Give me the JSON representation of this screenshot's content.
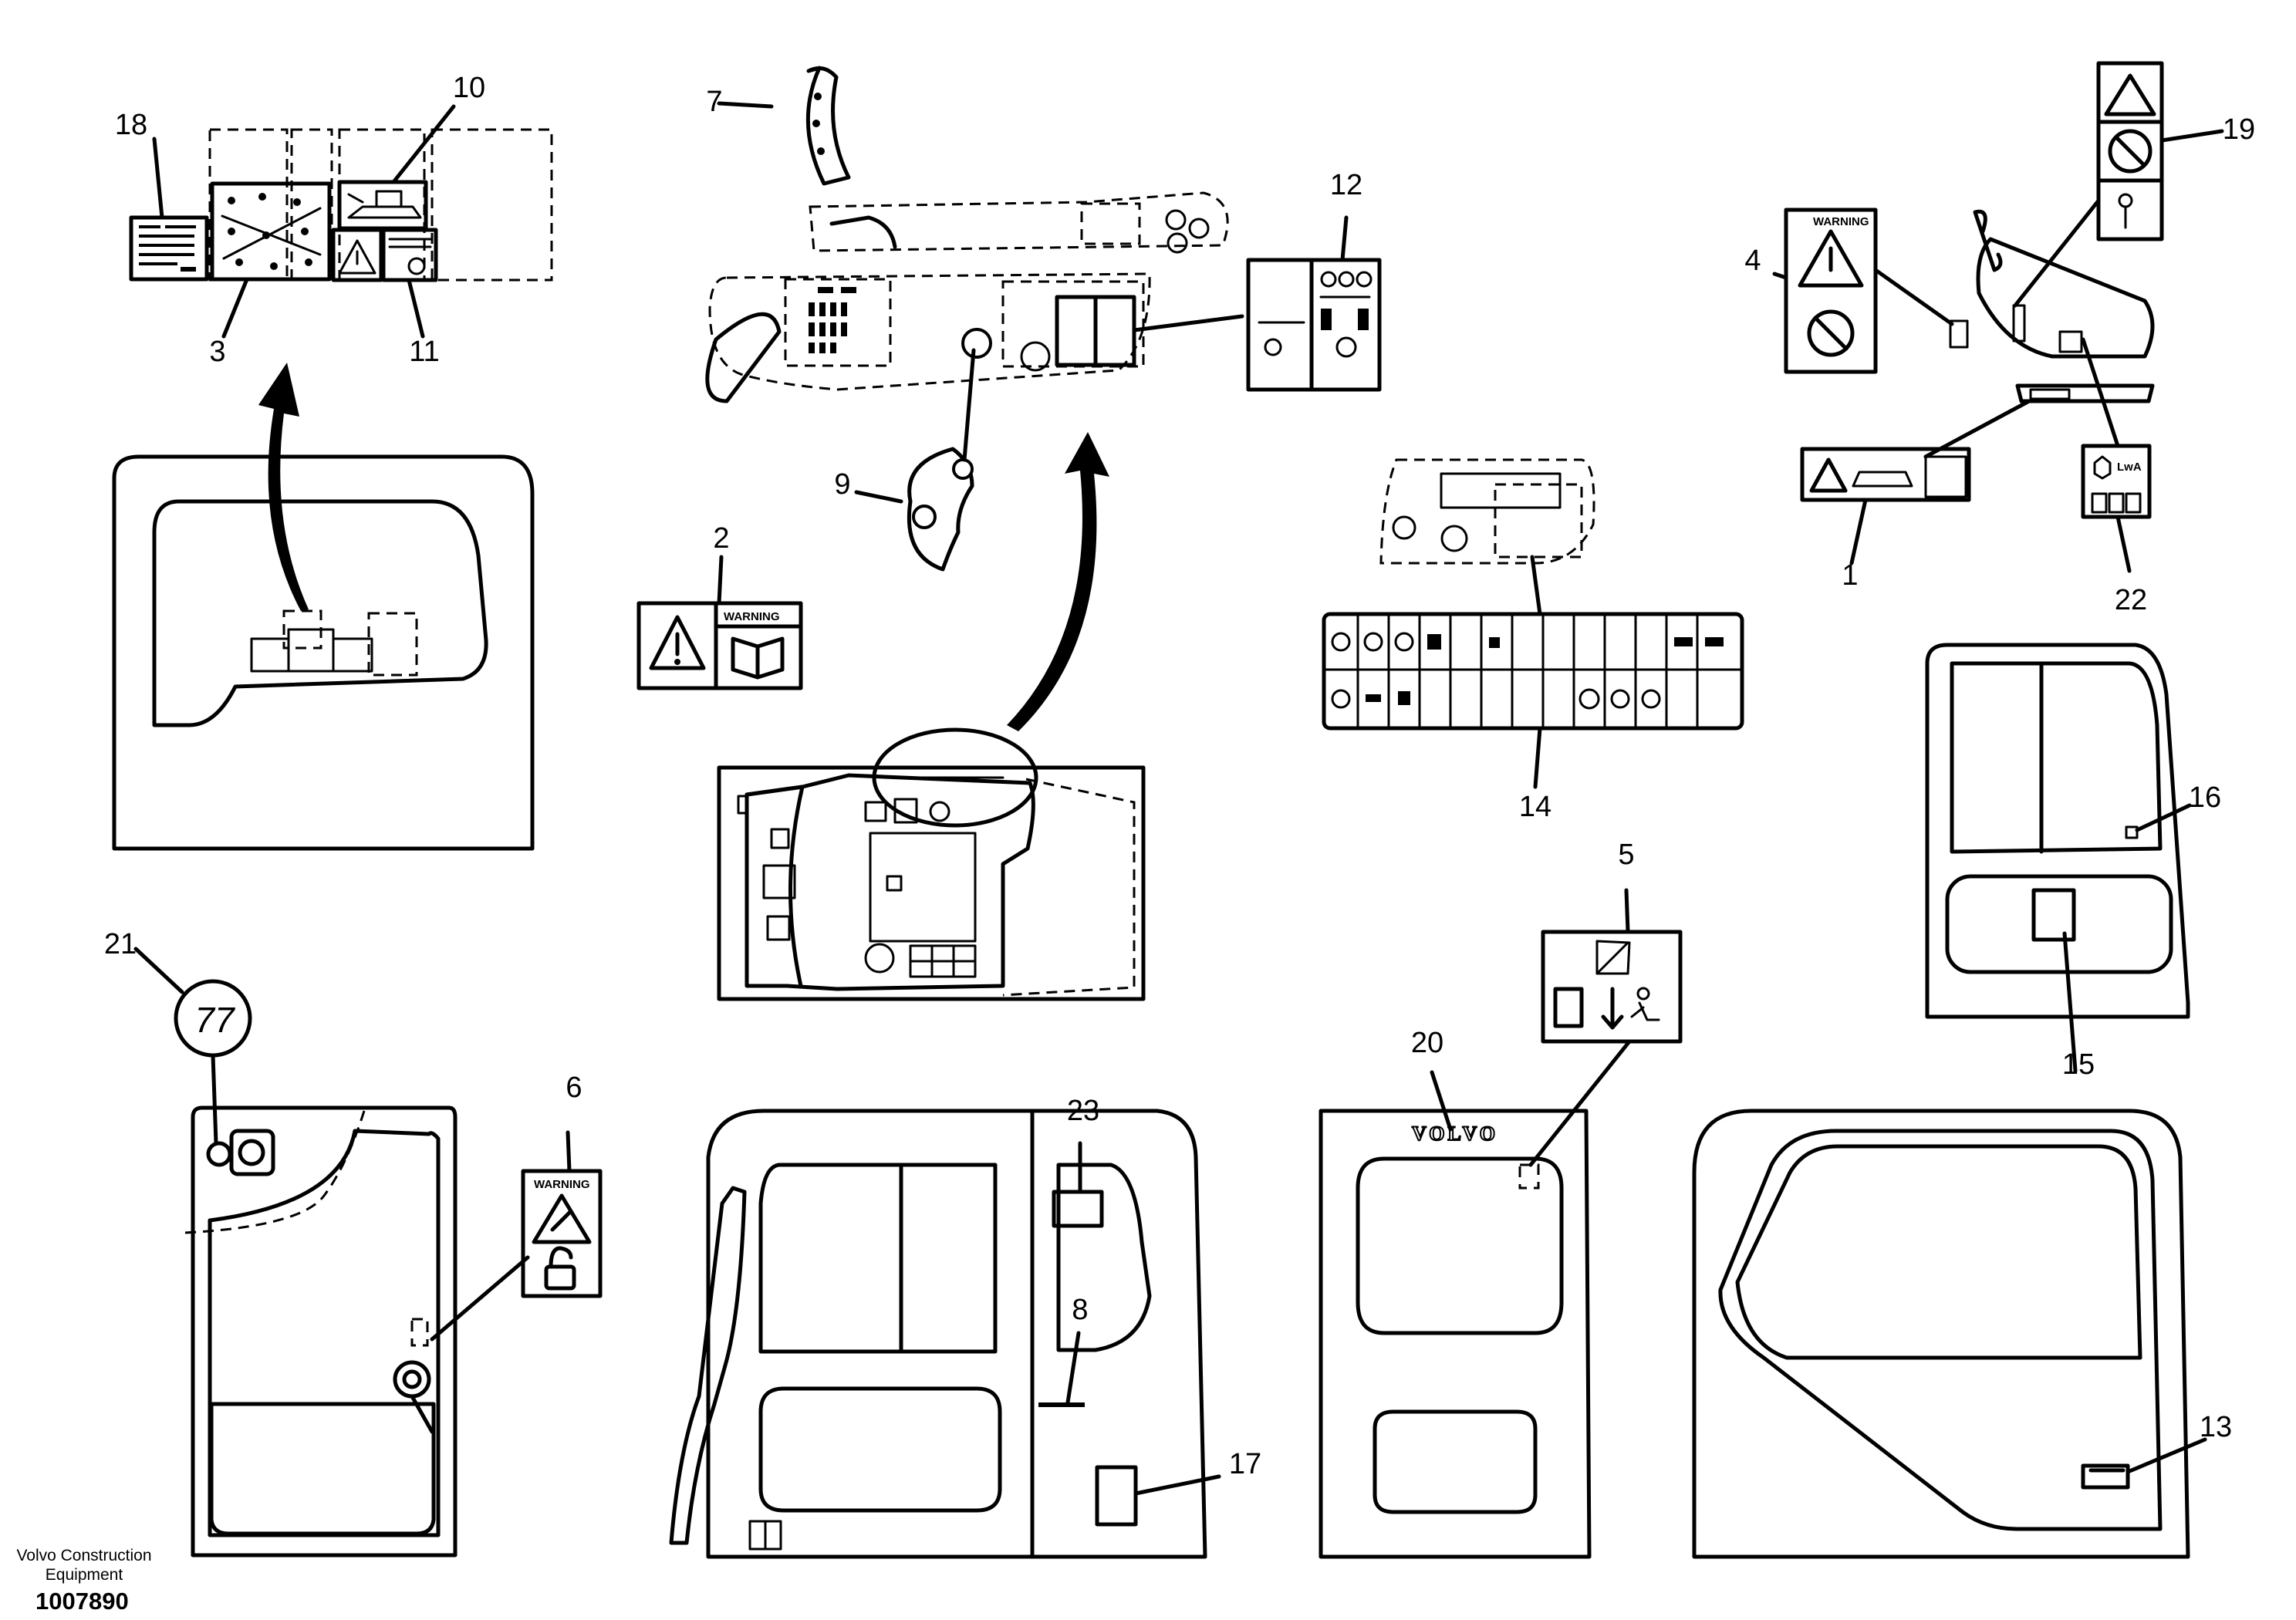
{
  "footer": {
    "brand_line1": "Volvo Construction",
    "brand_line2": "Equipment",
    "document_number": "1007890"
  },
  "callouts": {
    "c1": "1",
    "c2": "2",
    "c3": "3",
    "c4": "4",
    "c5": "5",
    "c6": "6",
    "c7": "7",
    "c8": "8",
    "c9": "9",
    "c10": "10",
    "c11": "11",
    "c12": "12",
    "c13": "13",
    "c14": "14",
    "c15": "15",
    "c16": "16",
    "c17": "17",
    "c18": "18",
    "c19": "19",
    "c20": "20",
    "c21": "21",
    "c22": "22",
    "c23": "23"
  },
  "decal_text": {
    "warning": "WARNING",
    "volvo": "VOLVO",
    "noise_21": "77",
    "unit": "LwA"
  }
}
